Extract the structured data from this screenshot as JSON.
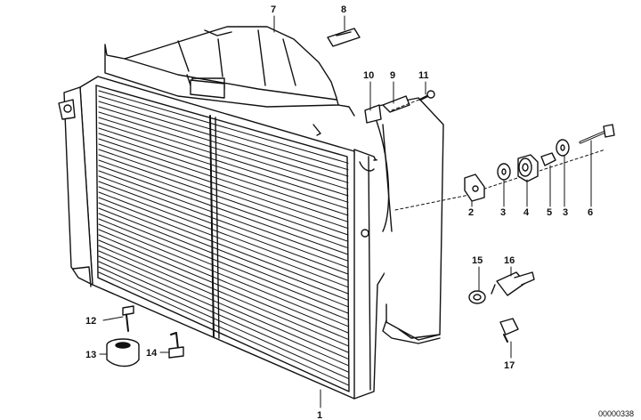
{
  "diagram": {
    "callouts": [
      {
        "id": "1",
        "label": "1"
      },
      {
        "id": "2",
        "label": "2"
      },
      {
        "id": "3a",
        "label": "3"
      },
      {
        "id": "4",
        "label": "4"
      },
      {
        "id": "5",
        "label": "5"
      },
      {
        "id": "6",
        "label": "6"
      },
      {
        "id": "3b",
        "label": "3"
      },
      {
        "id": "7",
        "label": "7"
      },
      {
        "id": "8",
        "label": "8"
      },
      {
        "id": "9",
        "label": "9"
      },
      {
        "id": "10",
        "label": "10"
      },
      {
        "id": "11",
        "label": "11"
      },
      {
        "id": "12",
        "label": "12"
      },
      {
        "id": "13",
        "label": "13"
      },
      {
        "id": "14",
        "label": "14"
      },
      {
        "id": "15",
        "label": "15"
      },
      {
        "id": "16",
        "label": "16"
      },
      {
        "id": "17",
        "label": "17"
      }
    ],
    "document_number": "00000338",
    "colors": {
      "ink": "#111111",
      "paper": "#ffffff",
      "shade": "#d8d8d8"
    }
  }
}
